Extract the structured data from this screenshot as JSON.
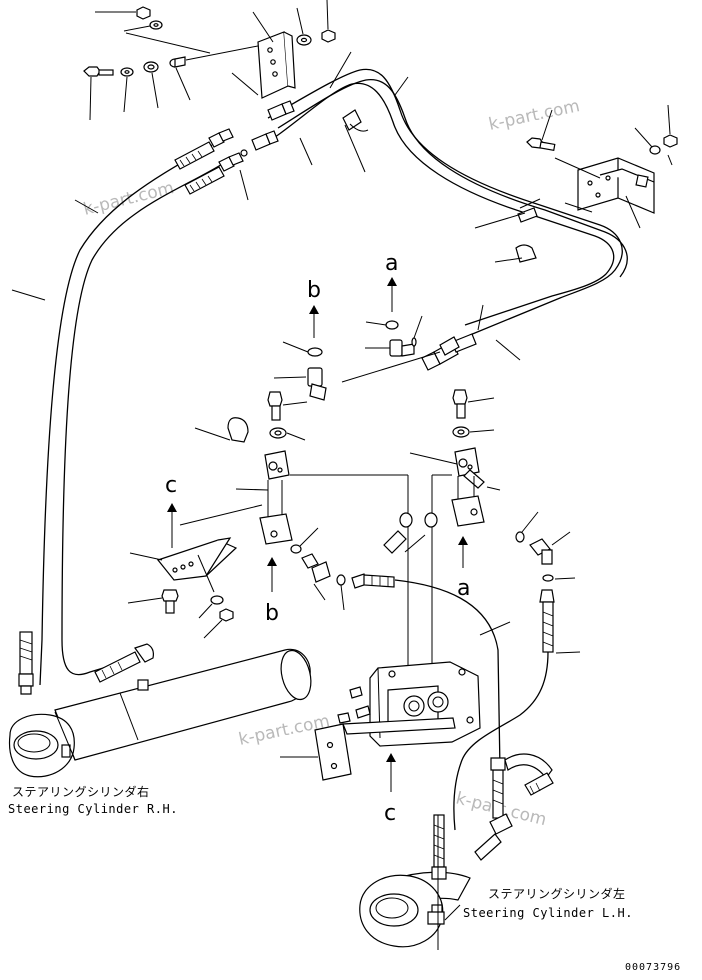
{
  "diagram": {
    "watermarks": [
      "k-part.com",
      "k-part.com",
      "k-part.com",
      "k-part.com"
    ],
    "ref_markers": [
      "a",
      "b",
      "c",
      "a",
      "b",
      "c"
    ],
    "steering_cylinder_rh": {
      "label_jp": "ステアリングシリンダ右",
      "label_en": "Steering Cylinder R.H."
    },
    "steering_cylinder_lh": {
      "label_jp": "ステアリングシリンダ左",
      "label_en": "Steering Cylinder L.H."
    },
    "document_number": "00073796"
  }
}
